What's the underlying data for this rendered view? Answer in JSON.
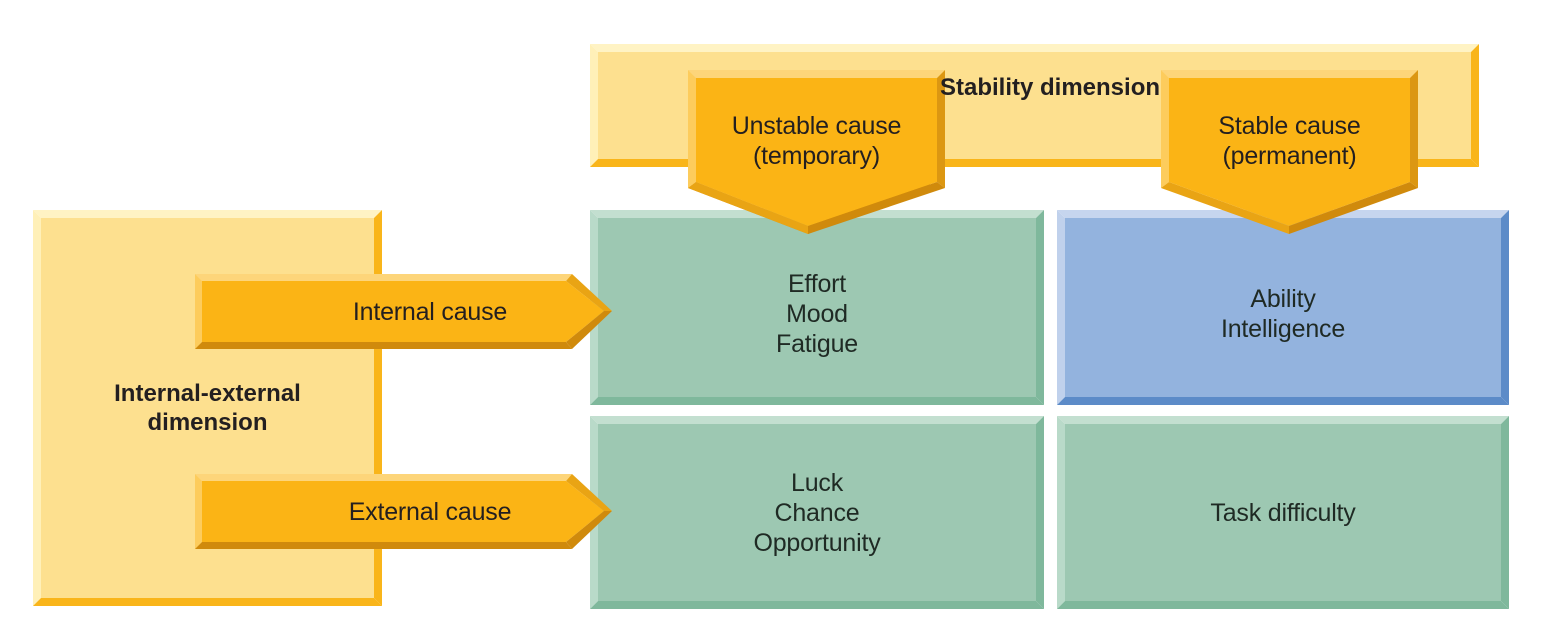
{
  "stability_dimension": {
    "title": "Stability dimension",
    "unstable": {
      "line1": "Unstable cause",
      "line2": "(temporary)"
    },
    "stable": {
      "line1": "Stable cause",
      "line2": "(permanent)"
    }
  },
  "internal_external_dimension": {
    "title": "Internal-external\ndimension",
    "internal": "Internal cause",
    "external": "External cause"
  },
  "cells": {
    "internal_unstable": "Effort\nMood\nFatigue",
    "internal_stable": "Ability\nIntelligence",
    "external_unstable": "Luck\nChance\nOpportunity",
    "external_stable": "Task difficulty"
  },
  "colors": {
    "panel_yellow": "#fde08f",
    "arrow_orange": "#fbb415",
    "cell_green": "#9dc8b2",
    "cell_blue": "#93b3de"
  }
}
